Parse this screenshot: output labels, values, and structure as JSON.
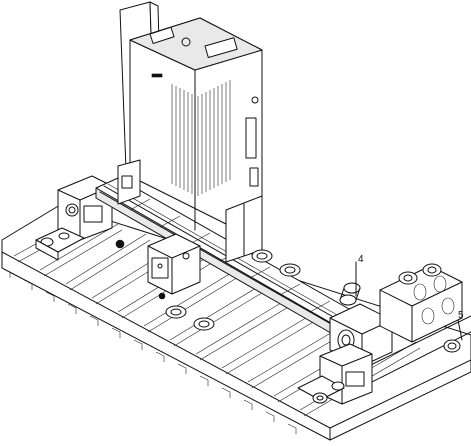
{
  "callouts": [
    {
      "id": "4",
      "label": "4"
    },
    {
      "id": "5",
      "label": "5"
    }
  ],
  "colors": {
    "line": "#111111",
    "background": "#ffffff",
    "shade": "#e9e9e9"
  }
}
